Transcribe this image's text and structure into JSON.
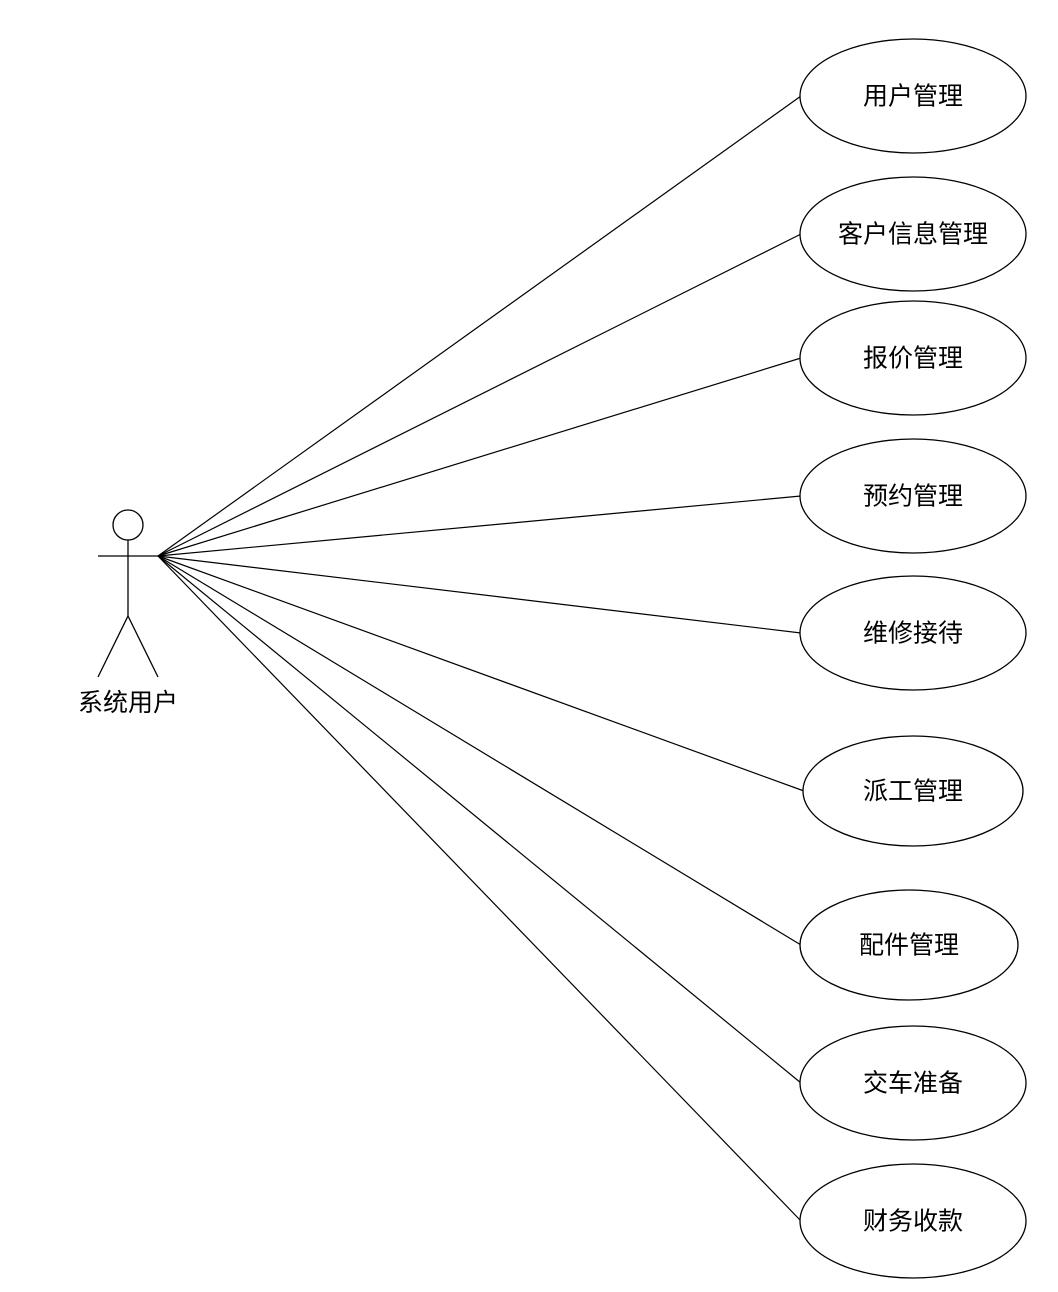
{
  "actor": {
    "label": "系统用户",
    "icon": "stick-figure-icon"
  },
  "use_cases": [
    {
      "id": "user-management",
      "label": "用户管理"
    },
    {
      "id": "customer-info-management",
      "label": "客户信息管理"
    },
    {
      "id": "quotation-management",
      "label": "报价管理"
    },
    {
      "id": "appointment-management",
      "label": "预约管理"
    },
    {
      "id": "repair-reception",
      "label": "维修接待"
    },
    {
      "id": "dispatch-management",
      "label": "派工管理"
    },
    {
      "id": "parts-management",
      "label": "配件管理"
    },
    {
      "id": "delivery-preparation",
      "label": "交车准备"
    },
    {
      "id": "finance-collection",
      "label": "财务收款"
    }
  ],
  "colors": {
    "stroke": "#000000",
    "background": "#ffffff"
  }
}
